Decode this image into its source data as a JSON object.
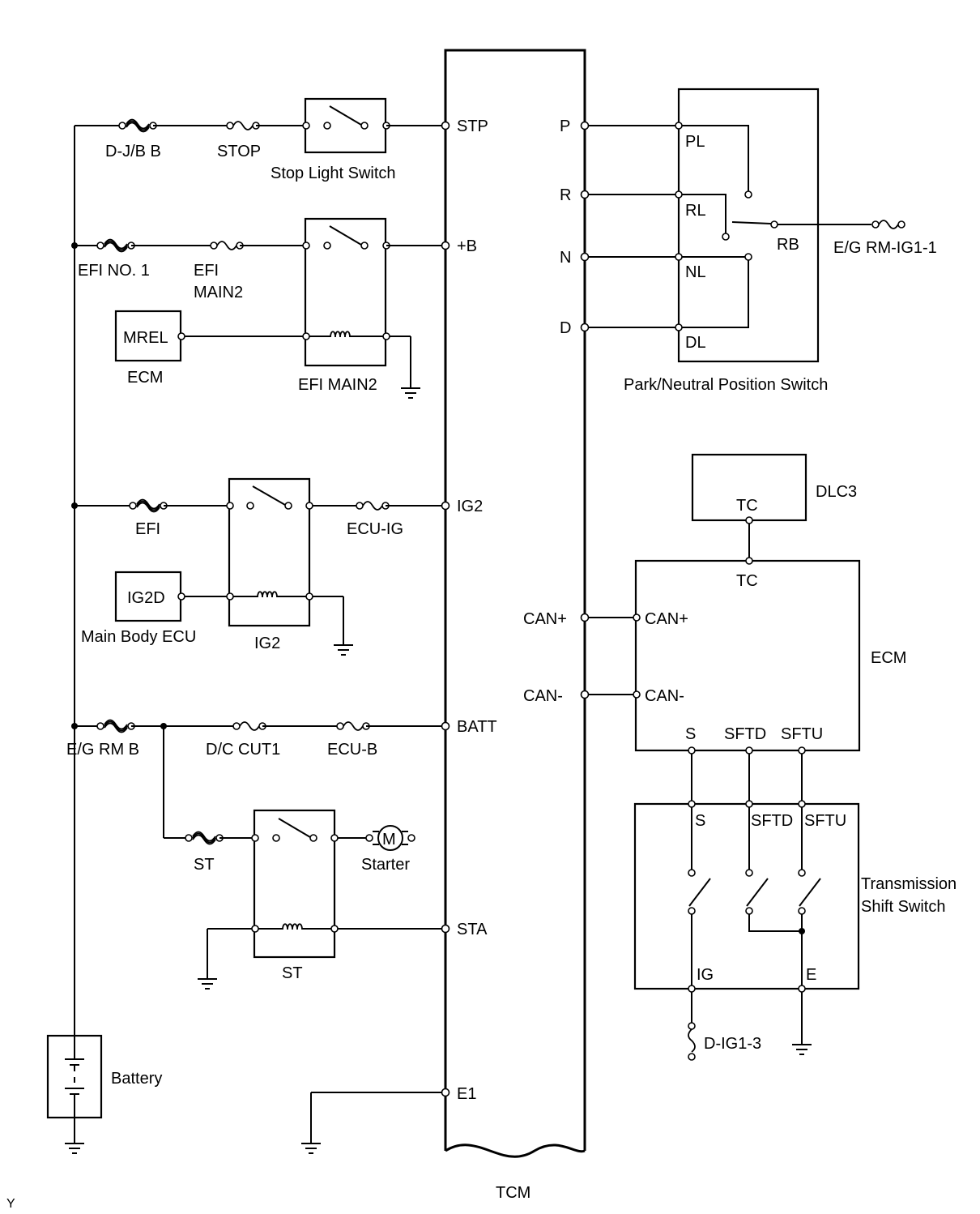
{
  "tcm": {
    "title": "TCM",
    "pins": {
      "stp": "STP",
      "b": "+B",
      "ig2": "IG2",
      "batt": "BATT",
      "sta": "STA",
      "e1": "E1",
      "p": "P",
      "r": "R",
      "n": "N",
      "d": "D",
      "canp": "CAN+",
      "canm": "CAN-"
    }
  },
  "fuses": {
    "djb": "D-J/B B",
    "stop": "STOP",
    "efino1": "EFI NO. 1",
    "efimain2_a": "EFI",
    "efimain2_b": "MAIN2",
    "efi": "EFI",
    "ecuig": "ECU-IG",
    "egrmb": "E/G RM B",
    "dccut1": "D/C CUT1",
    "ecub": "ECU-B",
    "st": "ST",
    "egrmig1": "E/G RM-IG1-1",
    "dig13": "D-IG1-3"
  },
  "relays": {
    "efimain2": "EFI MAIN2",
    "ig2": "IG2",
    "st": "ST"
  },
  "components": {
    "stop_light_switch": "Stop Light Switch",
    "mrel": "MREL",
    "ecm_small": "ECM",
    "ig2d": "IG2D",
    "main_body_ecu": "Main Body ECU",
    "starter_m": "M",
    "starter": "Starter",
    "battery": "Battery",
    "pnp_switch": "Park/Neutral Position Switch",
    "pnp_pins": {
      "pl": "PL",
      "rl": "RL",
      "nl": "NL",
      "dl": "DL",
      "rb": "RB"
    },
    "dlc3": "DLC3",
    "dlc3_tc": "TC",
    "ecm": "ECM",
    "ecm_pins": {
      "tc": "TC",
      "canp": "CAN+",
      "canm": "CAN-",
      "s": "S",
      "sftd": "SFTD",
      "sftu": "SFTU"
    },
    "tss": {
      "line1": "Transmission",
      "line2": "Shift Switch"
    },
    "tss_pins": {
      "s": "S",
      "sftd": "SFTD",
      "sftu": "SFTU",
      "ig": "IG",
      "e": "E"
    }
  },
  "corner_mark": "Y"
}
